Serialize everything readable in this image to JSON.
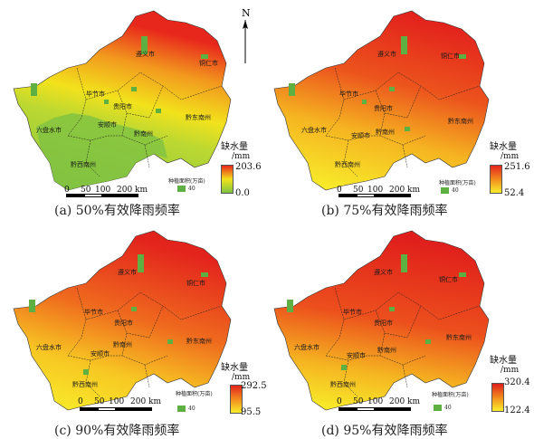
{
  "north_label": "N",
  "legend_title": "缺水量",
  "legend_unit": "/mm",
  "area_legend_value": "40",
  "scale_labels": [
    "0",
    "50",
    "100",
    "200 km"
  ],
  "region_labels": [
    "遵义市",
    "铜仁市",
    "毕节市",
    "贵阳市",
    "安顺市",
    "六盘水市",
    "黔南州",
    "黔东南州",
    "黔西南州"
  ],
  "panels": [
    {
      "caption": "(a) 50%有效降雨频率",
      "max": "203.6",
      "min": "0.0",
      "area_label": "种植面积(万亩)",
      "colors": {
        "low": "#7fc242",
        "mid": "#f2e21c",
        "high": "#e8271c"
      }
    },
    {
      "caption": "(b) 75%有效降雨频率",
      "max": "251.6",
      "min": "52.4",
      "area_label": "种植面积(万亩)",
      "colors": {
        "low": "#f8ef2a",
        "mid": "#f28a1e",
        "high": "#e3241d"
      }
    },
    {
      "caption": "(c) 90%有效降雨频率",
      "max": "292.5",
      "min": "95.5",
      "area_label": "种植面积(万亩)",
      "colors": {
        "low": "#f8ef2a",
        "mid": "#f28a1e",
        "high": "#e3241d"
      }
    },
    {
      "caption": "(d) 95%有效降雨频率",
      "max": "320.4",
      "min": "122.4",
      "area_label": "种植面积(万亩)",
      "colors": {
        "low": "#f8ef2a",
        "mid": "#f28a1e",
        "high": "#e3241d"
      }
    }
  ]
}
